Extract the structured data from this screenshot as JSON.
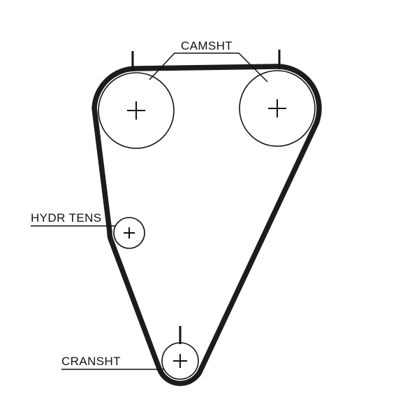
{
  "diagram": {
    "labels": {
      "camshaft": "CAMSHT",
      "hydraulic_tensioner": "HYDR TENS",
      "crankshaft": "CRANSHT"
    },
    "colors": {
      "belt": "#1c1c1c",
      "outline": "#111111",
      "background": "#ffffff"
    }
  }
}
